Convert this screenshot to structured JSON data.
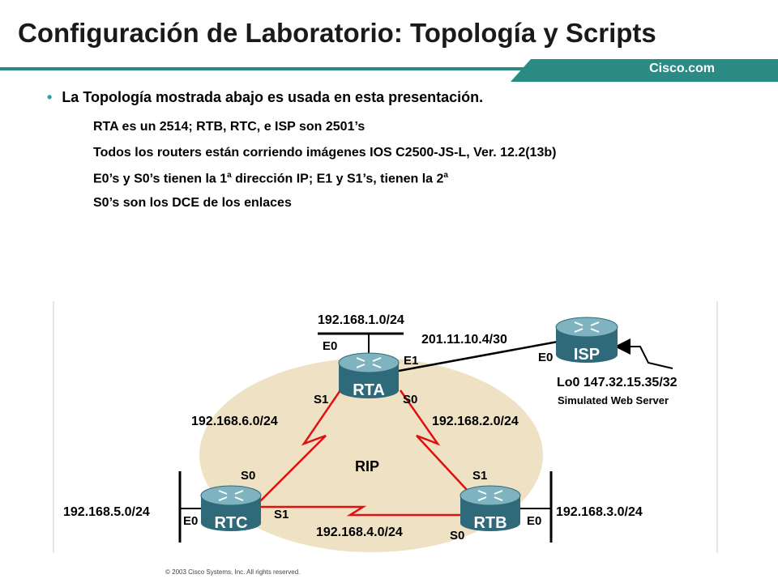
{
  "header": {
    "title": "Configuración de Laboratorio: Topología y Scripts",
    "brand": "Cisco.com"
  },
  "bullets": {
    "main": "La Topología mostrada abajo es usada en esta presentación.",
    "line1": "RTA es un 2514; RTB, RTC, e ISP son  2501’s",
    "line2": "Todos los routers están corriendo imágenes IOS C2500-JS-L, Ver. 12.2(13b)",
    "line3_a": "E0’s y S0’s tienen la 1",
    "line3_sup1": "a",
    "line3_b": " dirección IP; E1 y S1’s, tienen la  2",
    "line3_sup2": "a",
    "line4": "S0’s son los DCE de los enlaces"
  },
  "diagram": {
    "routers": {
      "rta": "RTA",
      "rtb": "RTB",
      "rtc": "RTC",
      "isp": "ISP"
    },
    "protocol": "RIP",
    "networks": {
      "rta_lan": "192.168.1.0/24",
      "rta_isp": "201.11.10.4/30",
      "rta_rtc": "192.168.6.0/24",
      "rta_rtb": "192.168.2.0/24",
      "rtc_lan": "192.168.5.0/24",
      "rtb_lan": "192.168.3.0/24",
      "rtc_rtb": "192.168.4.0/24",
      "isp_lo0": "Lo0 147.32.15.35/32",
      "web_server": "Simulated Web Server"
    },
    "interfaces": {
      "rta_e0": "E0",
      "rta_e1": "E1",
      "rta_s1": "S1",
      "rta_s0": "S0",
      "isp_e0": "E0",
      "rtc_s0": "S0",
      "rtc_e0": "E0",
      "rtc_s1": "S1",
      "rtb_s1": "S1",
      "rtb_e0": "E0",
      "rtb_s0": "S0"
    }
  },
  "footer": {
    "copyright": "© 2003 Cisco Systems, Inc. All rights reserved."
  },
  "colors": {
    "accent": "#2a8a84",
    "serial_link": "#e01010",
    "rip_area": "#efe2c4",
    "router_body": "#3f7f8f"
  }
}
